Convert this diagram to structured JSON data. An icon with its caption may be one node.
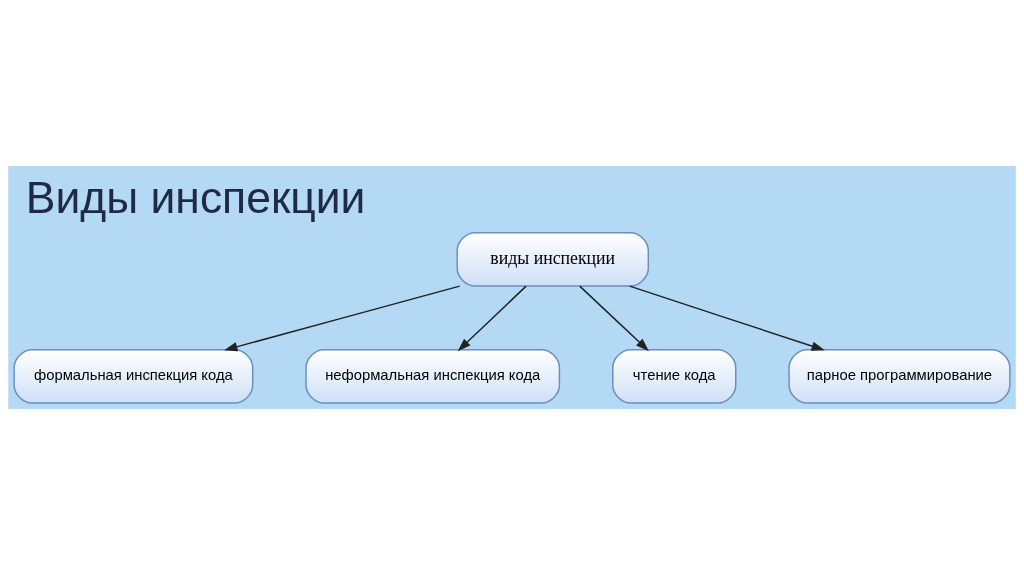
{
  "diagram": {
    "title": "Виды инспекции",
    "nodes": [
      {
        "text": [
          "виды инспекции"
        ]
      },
      {
        "text": [
          "формальная инспекция кода"
        ]
      },
      {
        "text": [
          "неформальная инспекция кода"
        ]
      },
      {
        "text": [
          "чтение кода"
        ]
      },
      {
        "text": [
          "парное программирование"
        ]
      }
    ],
    "edges": [
      {
        "from": 0,
        "to": 1,
        "arrow": "to"
      },
      {
        "from": 0,
        "to": 2,
        "arrow": "to"
      },
      {
        "from": 0,
        "to": 3,
        "arrow": "to"
      },
      {
        "from": 0,
        "to": 4,
        "arrow": "to"
      }
    ]
  }
}
